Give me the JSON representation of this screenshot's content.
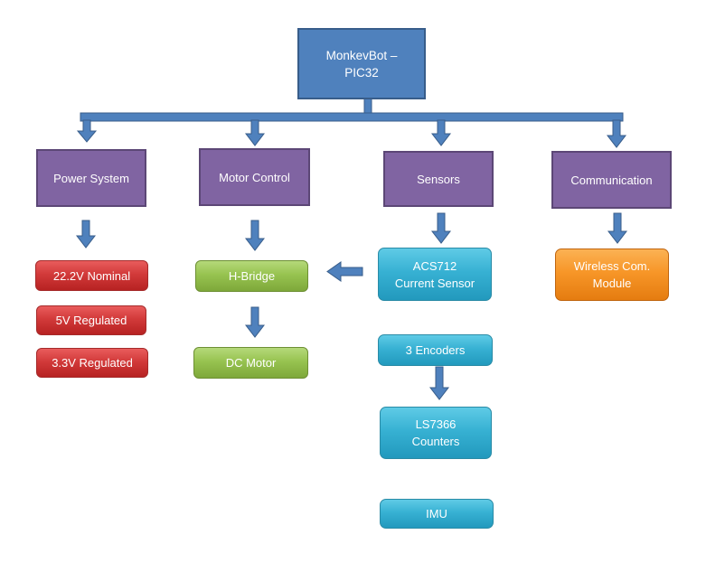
{
  "root": {
    "label": "MonkevBot –\nPIC32"
  },
  "categories": {
    "power": "Power System",
    "motor": "Motor Control",
    "sensors": "Sensors",
    "communication": "Communication"
  },
  "power_items": [
    "22.2V Nominal",
    "5V Regulated",
    "3.3V Regulated"
  ],
  "motor_items": {
    "h_bridge": "H-Bridge",
    "dc_motor": "DC Motor"
  },
  "sensor_items": {
    "acs712": "ACS712\nCurrent Sensor",
    "encoders": "3 Encoders",
    "ls7366": "LS7366\nCounters",
    "imu": "IMU"
  },
  "communication_items": {
    "wireless": "Wireless Com.\nModule"
  },
  "colors": {
    "root_fill": "#4f81bd",
    "category_fill": "#8064a2",
    "power_fill": "#d23a3a",
    "motor_fill": "#97c350",
    "sensor_fill": "#37b1d3",
    "comm_fill": "#f79628",
    "arrow_fill": "#4f81bd"
  }
}
